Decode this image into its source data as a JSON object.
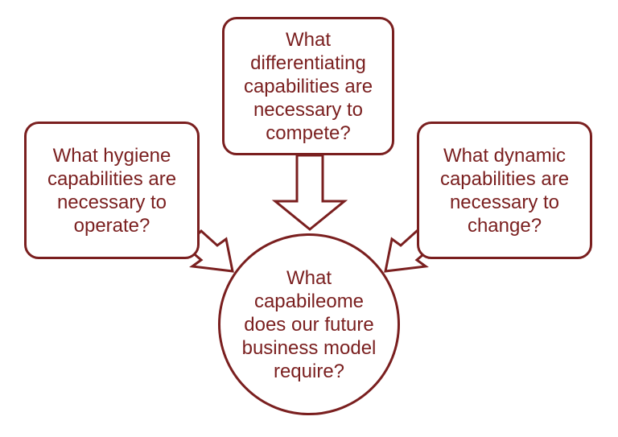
{
  "colors": {
    "accent": "#7a1f1f",
    "background": "#ffffff"
  },
  "nodes": {
    "top": {
      "lines": [
        "What",
        "differentiating",
        "capabilities are",
        "necessary to",
        "compete?"
      ]
    },
    "left": {
      "lines": [
        "What hygiene",
        "capabilities are",
        "necessary to",
        "operate?"
      ]
    },
    "right": {
      "lines": [
        "What dynamic",
        "capabilities are",
        "necessary to",
        "change?"
      ]
    },
    "center": {
      "lines": [
        "What",
        "capabileome",
        "does our future",
        "business model",
        "require?"
      ]
    }
  }
}
